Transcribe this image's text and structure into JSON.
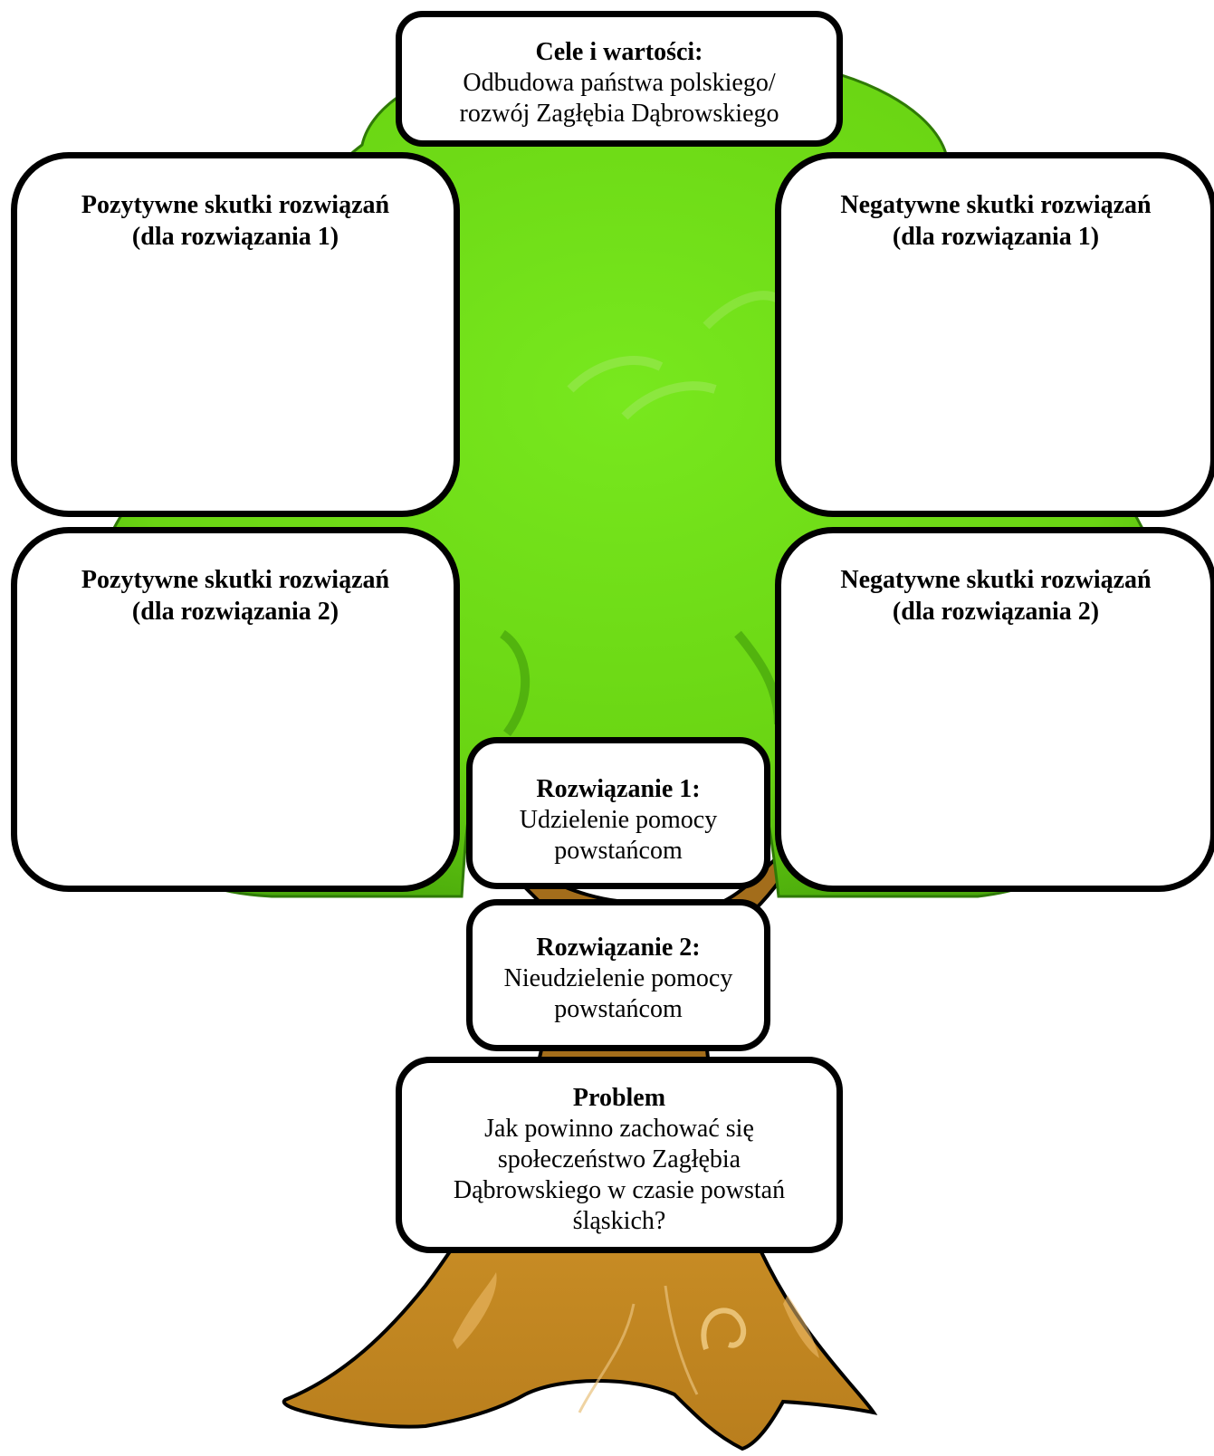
{
  "goals": {
    "title": "Cele i wartości:",
    "body_line1": "Odbudowa państwa polskiego/",
    "body_line2": "rozwój Zagłębia Dąbrowskiego"
  },
  "effects": {
    "positive_1": "Pozytywne skutki rozwiązań\n(dla rozwiązania 1)",
    "negative_1": "Negatywne skutki rozwiązań\n(dla rozwiązania 1)",
    "positive_2": "Pozytywne skutki rozwiązań\n(dla rozwiązania 2)",
    "negative_2": "Negatywne skutki rozwiązań\n(dla rozwiązania 2)"
  },
  "solutions": [
    {
      "title": "Rozwiązanie 1:",
      "body_line1": "Udzielenie pomocy",
      "body_line2": "powstańcom"
    },
    {
      "title": "Rozwiązanie 2:",
      "body_line1": "Nieudzielenie pomocy",
      "body_line2": "powstańcom"
    }
  ],
  "problem": {
    "title": "Problem",
    "lines": [
      "Jak powinno zachować się",
      "społeczeństwo Zagłębia",
      "Dąbrowskiego w czasie powstań",
      "śląskich?"
    ]
  },
  "colors": {
    "foliage": "#6ce015",
    "foliage_dark": "#4fb10c",
    "trunk": "#c48a24",
    "trunk_dark": "#8c5d15",
    "outline": "#000000"
  }
}
